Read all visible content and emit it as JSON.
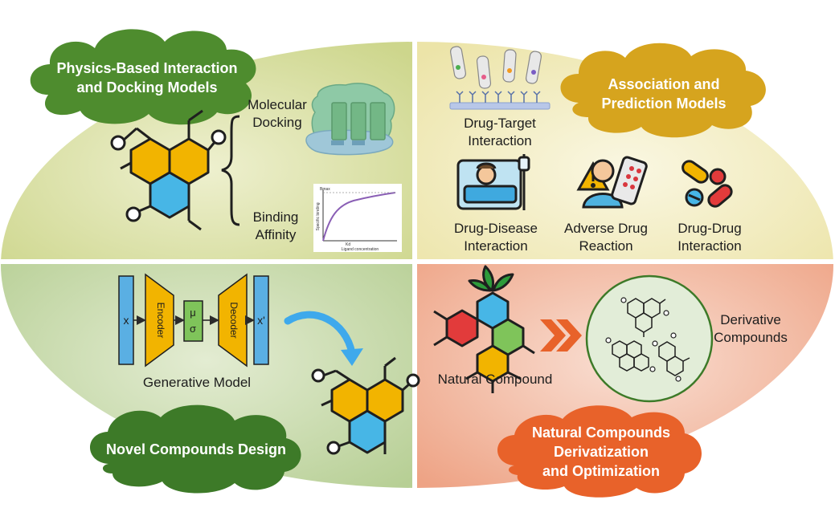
{
  "quadrants": {
    "physics": {
      "title_line1": "Physics-Based Interaction",
      "title_line2": "and Docking Models",
      "docking_line1": "Molecular",
      "docking_line2": "Docking",
      "binding_line1": "Binding",
      "binding_line2": "Affinity",
      "curve_y_label": "Specific binding",
      "curve_x_label": "Ligand concentration",
      "curve_top_label": "Bmax",
      "curve_kd_label": "Kd"
    },
    "association": {
      "title_line1": "Association and",
      "title_line2": "Prediction Models",
      "dti_line1": "Drug-Target",
      "dti_line2": "Interaction",
      "ddi_disease_line1": "Drug-Disease",
      "ddi_disease_line2": "Interaction",
      "adr_line1": "Adverse Drug",
      "adr_line2": "Reaction",
      "ddi_line1": "Drug-Drug",
      "ddi_line2": "Interaction"
    },
    "novel": {
      "title": "Novel Compounds Design",
      "input_label": "x",
      "encoder_label": "Encoder",
      "mu_label": "μ",
      "sigma_label": "σ",
      "decoder_label": "Decoder",
      "output_label": "x'",
      "model_label": "Generative Model"
    },
    "natural": {
      "title_line1": "Natural Compounds",
      "title_line2": "Derivatization",
      "title_line3": "and Optimization",
      "natural_label": "Natural Compound",
      "derivative_line1": "Derivative",
      "derivative_line2": "Compounds"
    }
  },
  "colors": {
    "green_cloud": "#4e8c2e",
    "gold_cloud": "#d6a41e",
    "dark_green_cloud": "#3d7a28",
    "orange_cloud": "#e8622a",
    "q1_bg": "#d9dfa3",
    "q2_bg": "#f0ecc3",
    "q3_bg": "#c6d8a9",
    "q4_bg": "#f2b9a1",
    "hex_yellow": "#f2b400",
    "hex_blue": "#47b6e6"
  }
}
